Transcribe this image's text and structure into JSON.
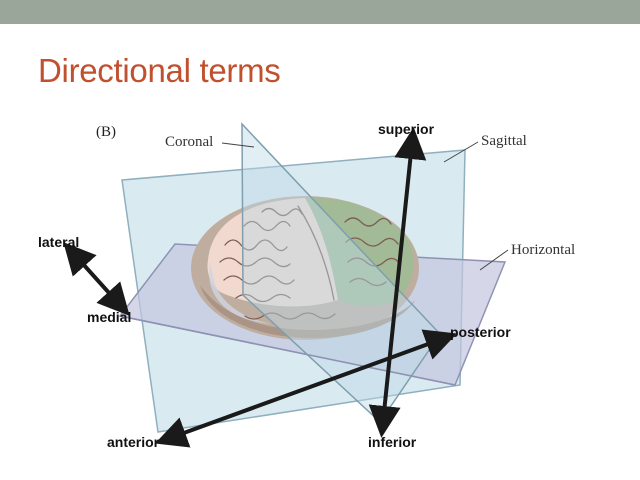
{
  "slide": {
    "title": "Directional terms",
    "figure_label": "(B)"
  },
  "planes": {
    "coronal": "Coronal",
    "sagittal": "Sagittal",
    "horizontal": "Horizontal"
  },
  "directions": {
    "superior": "superior",
    "inferior": "inferior",
    "lateral": "lateral",
    "medial": "medial",
    "anterior": "anterior",
    "posterior": "posterior"
  },
  "colors": {
    "title": "#c1502e",
    "top_bar": "#9aa69a",
    "arrow": "#1a1a1a",
    "plane_fill": "#bcd9e6",
    "horizontal_plane_fill": "#c3c6de"
  }
}
